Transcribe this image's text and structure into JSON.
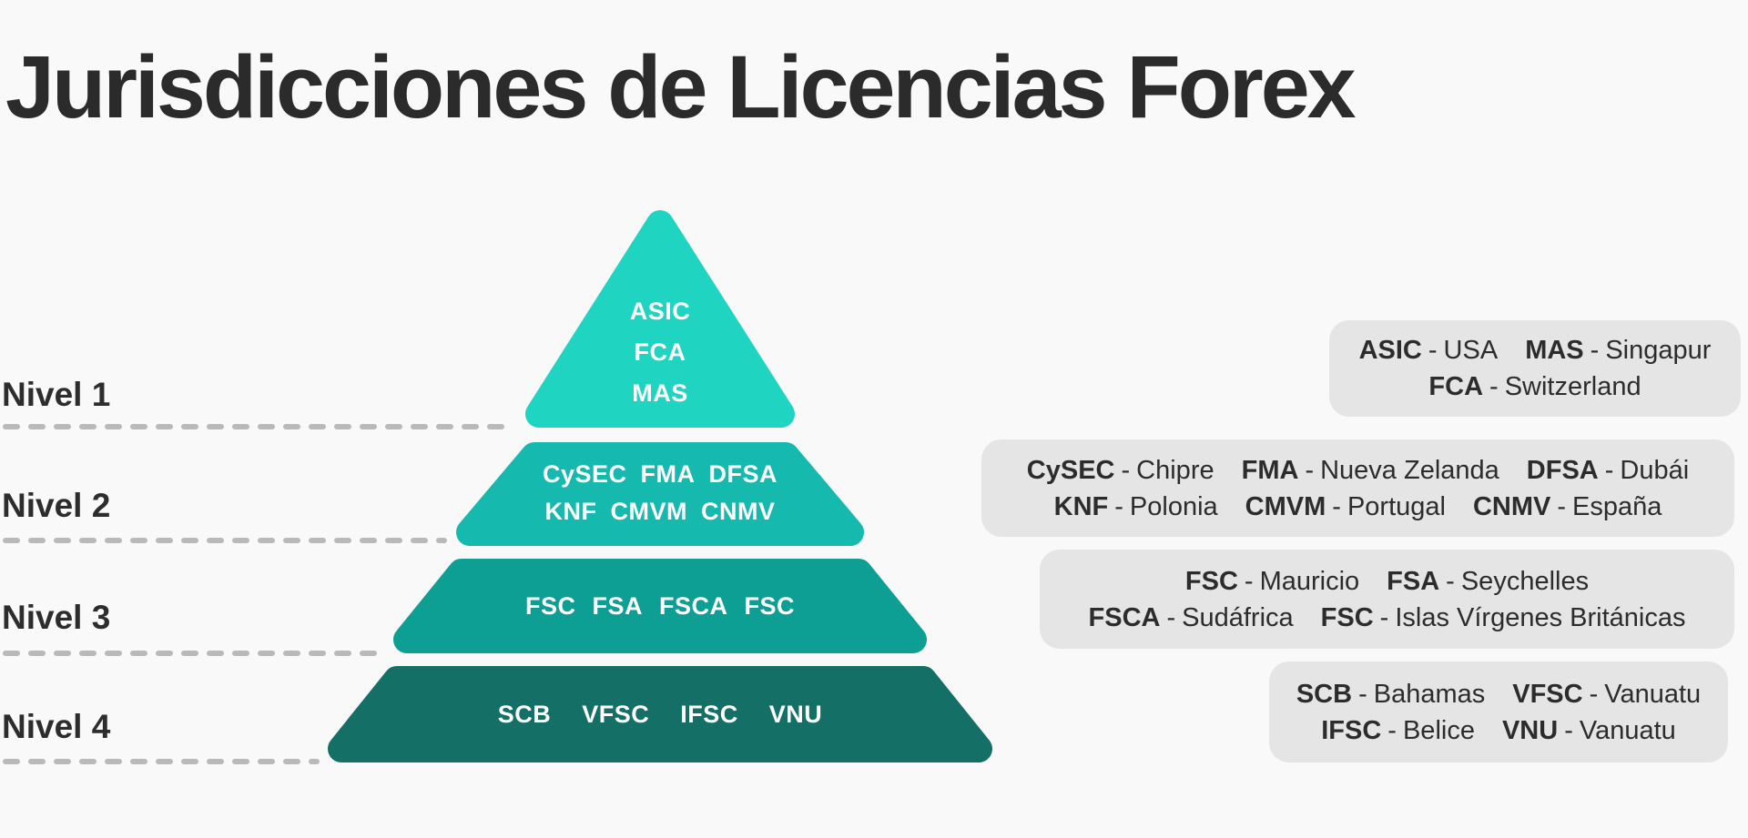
{
  "title": "Jurisdicciones de Licencias Forex",
  "ui": {
    "separator": "-"
  },
  "colors": {
    "background": "#f9f9f9",
    "tier1": "#1fd5c2",
    "tier2": "#15b9ad",
    "tier3": "#0d9f93",
    "tier4": "#147066",
    "legend_box": "#e5e5e5",
    "text_dark": "#2b2b2b",
    "text_light": "#ffffff",
    "dash": "#b9b9b9"
  },
  "pyramid": {
    "tiers": [
      {
        "level_label": "Nivel 1",
        "color": "#1fd5c2",
        "lines": [
          [
            "ASIC"
          ],
          [
            "FCA"
          ],
          [
            "MAS"
          ]
        ]
      },
      {
        "level_label": "Nivel 2",
        "color": "#15b9ad",
        "lines": [
          [
            "CySEC",
            "FMA",
            "DFSA"
          ],
          [
            "KNF",
            "CMVM",
            "CNMV"
          ]
        ]
      },
      {
        "level_label": "Nivel 3",
        "color": "#0d9f93",
        "lines": [
          [
            "FSC",
            "FSA",
            "FSCA",
            "FSC"
          ]
        ]
      },
      {
        "level_label": "Nivel 4",
        "color": "#147066",
        "lines": [
          [
            "SCB",
            "VFSC",
            "IFSC",
            "VNU"
          ]
        ]
      }
    ]
  },
  "legend": {
    "boxes": [
      {
        "lines": [
          [
            {
              "abbr": "ASIC",
              "country": "USA"
            },
            {
              "abbr": "MAS",
              "country": "Singapur"
            }
          ],
          [
            {
              "abbr": "FCA",
              "country": "Switzerland"
            }
          ]
        ]
      },
      {
        "lines": [
          [
            {
              "abbr": "CySEC",
              "country": "Chipre"
            },
            {
              "abbr": "FMA",
              "country": "Nueva Zelanda"
            },
            {
              "abbr": "DFSA",
              "country": "Dubái"
            }
          ],
          [
            {
              "abbr": "KNF",
              "country": "Polonia"
            },
            {
              "abbr": "CMVM",
              "country": "Portugal"
            },
            {
              "abbr": "CNMV",
              "country": "España"
            }
          ]
        ]
      },
      {
        "lines": [
          [
            {
              "abbr": "FSC",
              "country": "Mauricio"
            },
            {
              "abbr": "FSA",
              "country": "Seychelles"
            }
          ],
          [
            {
              "abbr": "FSCA",
              "country": "Sudáfrica"
            },
            {
              "abbr": "FSC",
              "country": "Islas Vírgenes Británicas"
            }
          ]
        ]
      },
      {
        "lines": [
          [
            {
              "abbr": "SCB",
              "country": "Bahamas"
            },
            {
              "abbr": "VFSC",
              "country": "Vanuatu"
            }
          ],
          [
            {
              "abbr": "IFSC",
              "country": "Belice"
            },
            {
              "abbr": "VNU",
              "country": "Vanuatu"
            }
          ]
        ]
      }
    ]
  }
}
